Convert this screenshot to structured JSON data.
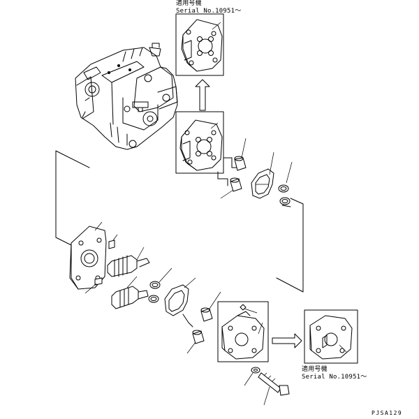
{
  "diagram": {
    "notes": [
      {
        "line1": "適用号機",
        "line2": "Serial No.10951～"
      },
      {
        "line1": "適用号機",
        "line2": "Serial No.10951～"
      }
    ],
    "drawing_code": "PJSA129"
  }
}
